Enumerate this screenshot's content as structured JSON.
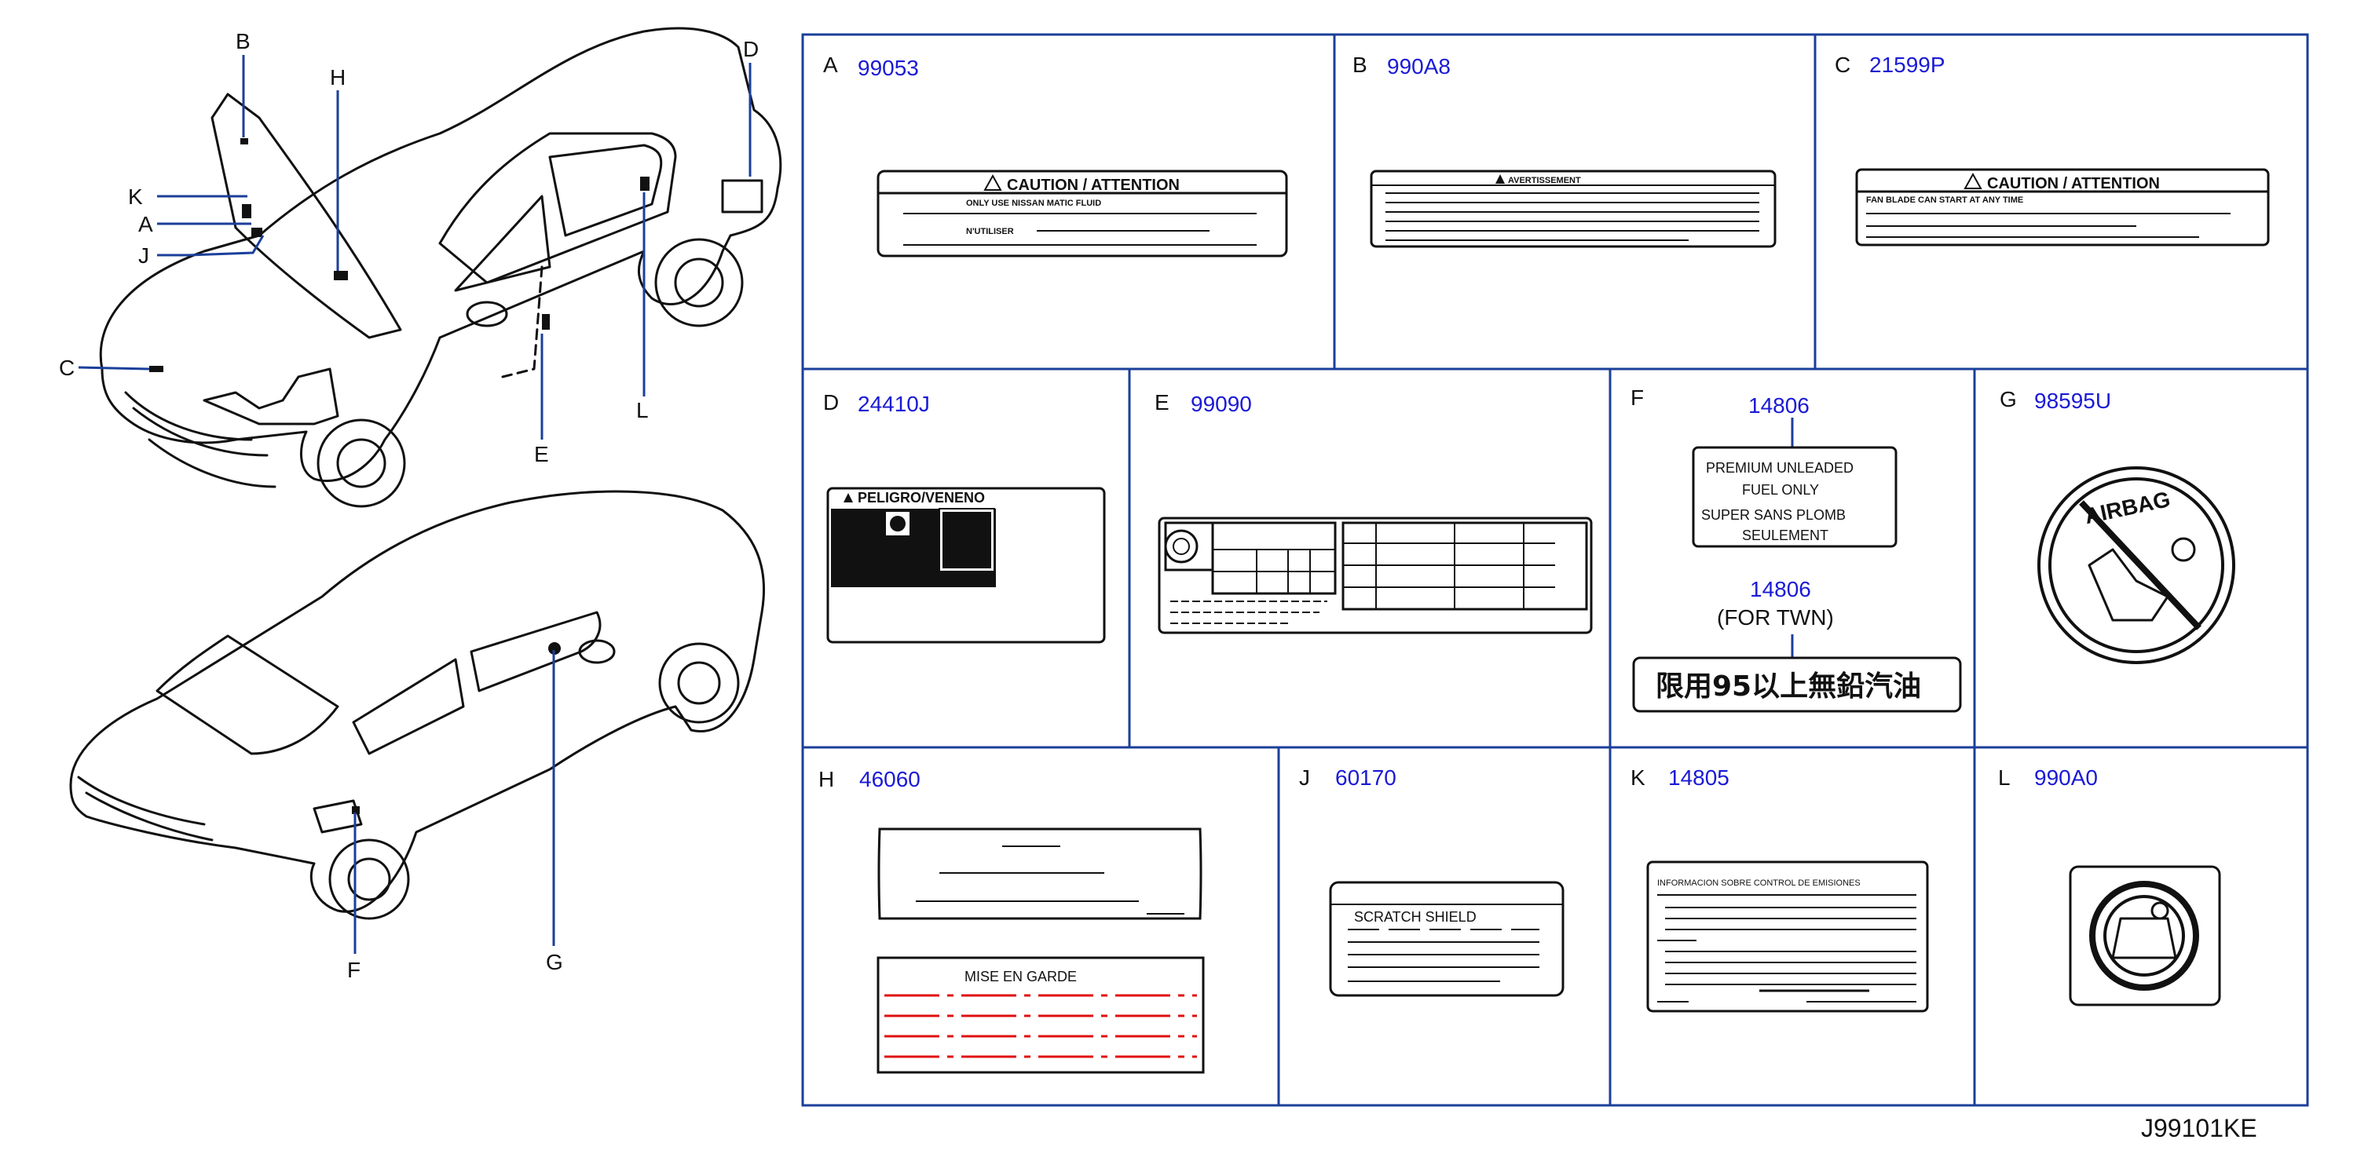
{
  "diagram_code": "J99101KE",
  "callouts": {
    "A": "A",
    "B": "B",
    "C": "C",
    "D": "D",
    "E": "E",
    "F": "F",
    "G": "G",
    "H": "H",
    "J": "J",
    "K": "K",
    "L": "L"
  },
  "panels": [
    {
      "letter": "A",
      "part": "99053"
    },
    {
      "letter": "B",
      "part": "990A8"
    },
    {
      "letter": "C",
      "part": "21599P"
    },
    {
      "letter": "D",
      "part": "24410J"
    },
    {
      "letter": "E",
      "part": "99090"
    },
    {
      "letter": "F",
      "part": "14806"
    },
    {
      "letter": "G",
      "part": "98595U"
    },
    {
      "letter": "H",
      "part": "46060"
    },
    {
      "letter": "J",
      "part": "60170"
    },
    {
      "letter": "K",
      "part": "14805"
    },
    {
      "letter": "L",
      "part": "990A0"
    }
  ],
  "label_text": {
    "a_caution": "CAUTION / ATTENTION",
    "a_line1": "ONLY USE NISSAN MATIC FLUID",
    "a_line2": "N'UTILISER",
    "b_header": "AVERTISSEMENT",
    "c_caution": "CAUTION / ATTENTION",
    "c_line1": "FAN BLADE CAN START AT ANY TIME",
    "d_header": "PELIGRO/VENENO",
    "f_premium": "PREMIUM    UNLEADED",
    "f_fuel": "FUEL    ONLY",
    "f_super": "SUPER    SANS    PLOMB",
    "f_seul": "SEULEMENT",
    "f_part2": "14806",
    "f_for": "(FOR   TWN)",
    "f_chinese": "限用95以上無鉛汽油",
    "g_airbag": "AIRBAG",
    "h_mise": "MISE   EN   GARDE",
    "j_scratch": "SCRATCH   SHIELD",
    "k_header": "INFORMACION  SOBRE  CONTROL  DE  EMISIONES"
  },
  "colors": {
    "part_number": "#1a1ad6",
    "grid_border": "#1b3f9a",
    "leader": "#1b3f9a",
    "warning_line": "#e01010"
  }
}
